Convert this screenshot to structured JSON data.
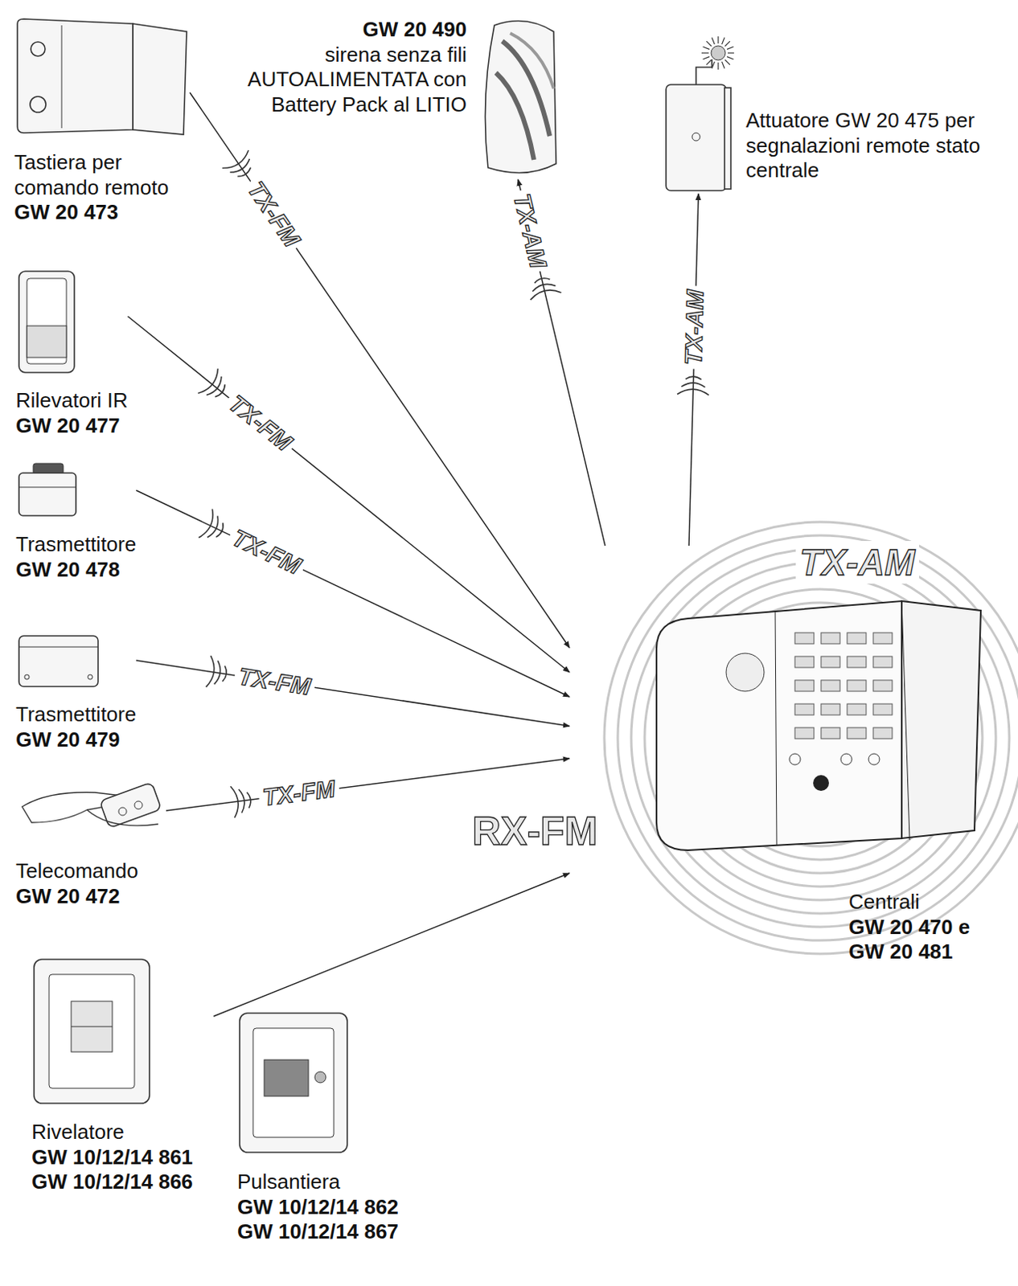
{
  "diagram": {
    "nodes": [
      {
        "text": [
          "Tastiera per comando remoto",
          "GW 20 473"
        ]
      },
      {
        "text": [
          "GW 20 490",
          "sirena senza fili AUTOALIMENTATA con Battery Pack al LITIO"
        ]
      },
      {
        "text": [
          "Attuatore GW 20 475 per segnalazioni remote stato centrale"
        ]
      },
      {
        "text": [
          "Rilevatori IR",
          "GW 20 477"
        ]
      },
      {
        "text": [
          "Trasmettitore",
          "GW 20 478"
        ]
      },
      {
        "text": [
          "Trasmettitore",
          "GW 20 479"
        ]
      },
      {
        "text": [
          "Telecomando",
          "GW 20 472"
        ]
      },
      {
        "text": [
          "Centrali",
          "GW 20 470 e GW 20 481"
        ]
      },
      {
        "text": [
          "Rivelatore",
          "GW 10/12/14 861 GW 10/12/14 866"
        ]
      },
      {
        "text": [
          "Pulsantiera",
          "GW 10/12/14 862 GW 10/12/14 867"
        ]
      }
    ],
    "edges": [
      {
        "from": 0,
        "to": 7,
        "arrow": "to",
        "label": "TX-FM"
      },
      {
        "from": 3,
        "to": 7,
        "arrow": "to",
        "label": "TX-FM"
      },
      {
        "from": 4,
        "to": 7,
        "arrow": "to",
        "label": "TX-FM"
      },
      {
        "from": 5,
        "to": 7,
        "arrow": "to",
        "label": "TX-FM"
      },
      {
        "from": 6,
        "to": 7,
        "arrow": "to",
        "label": "TX-FM"
      },
      {
        "from": 8,
        "to": 7,
        "arrow": "to"
      },
      {
        "from": 7,
        "to": 1,
        "arrow": "to",
        "label": "TX-AM"
      },
      {
        "from": 7,
        "to": 2,
        "arrow": "to",
        "label": "TX-AM"
      }
    ],
    "labels": [
      "TX-AM",
      "RX-FM"
    ]
  }
}
